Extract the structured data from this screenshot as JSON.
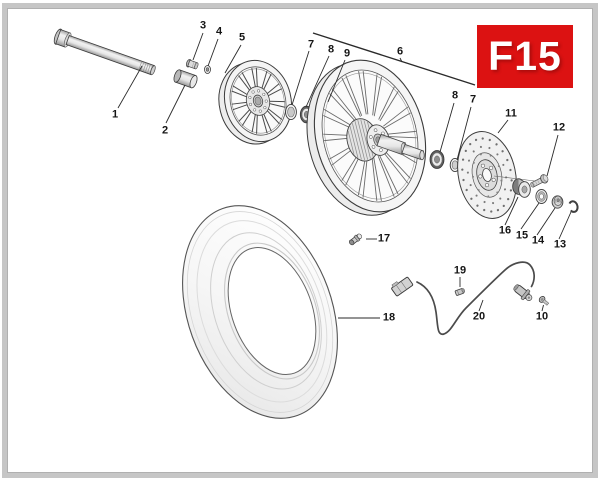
{
  "page": {
    "code": "F15",
    "badge_bg": "#dc1212",
    "badge_fg": "#ffffff"
  },
  "callouts": [
    {
      "n": "1"
    },
    {
      "n": "2"
    },
    {
      "n": "3"
    },
    {
      "n": "4"
    },
    {
      "n": "5"
    },
    {
      "n": "7"
    },
    {
      "n": "8"
    },
    {
      "n": "9"
    },
    {
      "n": "6"
    },
    {
      "n": "8"
    },
    {
      "n": "7"
    },
    {
      "n": "11"
    },
    {
      "n": "12"
    },
    {
      "n": "16"
    },
    {
      "n": "15"
    },
    {
      "n": "14"
    },
    {
      "n": "13"
    },
    {
      "n": "17"
    },
    {
      "n": "18"
    },
    {
      "n": "19"
    },
    {
      "n": "20"
    },
    {
      "n": "10"
    }
  ]
}
